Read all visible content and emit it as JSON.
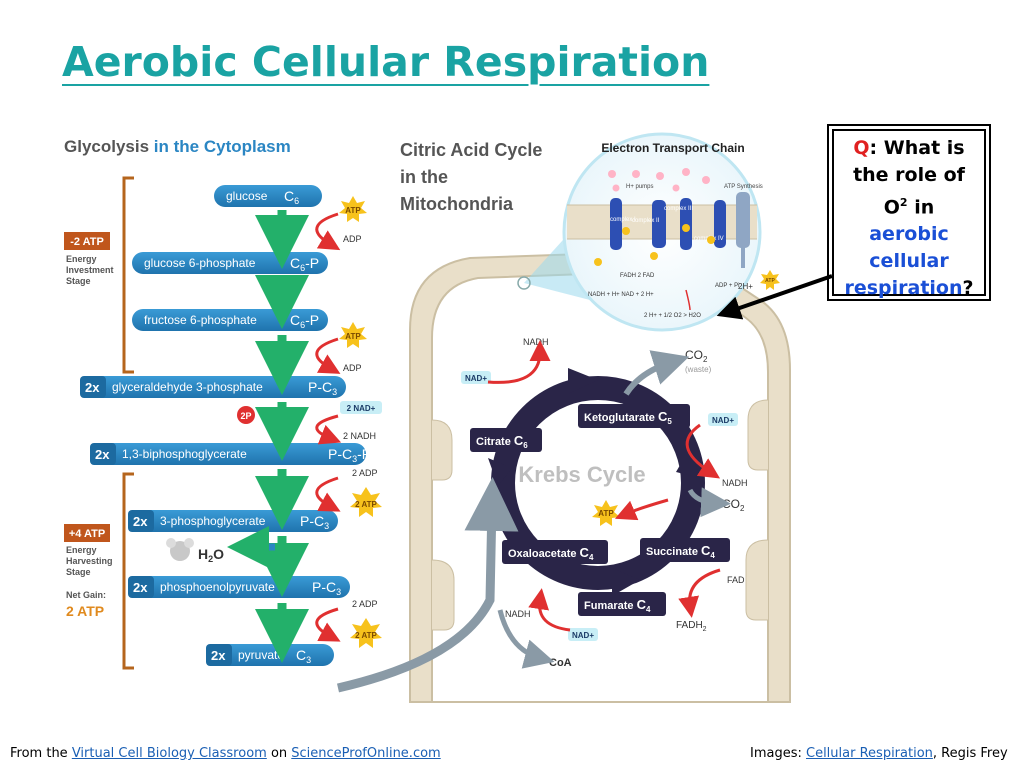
{
  "slide": {
    "title": "Aerobic Cellular Respiration"
  },
  "question": {
    "q_letter": "Q",
    "line1": ": What is",
    "line2": "the role of",
    "line3_o": "O",
    "line3_sup": "2",
    "line3_rest": " in",
    "line4": "aerobic",
    "line5": "cellular",
    "line6": "respiration",
    "line6_end": "?"
  },
  "glycolysis": {
    "heading_a": "Glycolysis",
    "heading_b": " in the Cytoplasm",
    "investment_badge": "-2 ATP",
    "investment_text": [
      "Energy",
      "Investment",
      "Stage"
    ],
    "harvest_badge": "+4 ATP",
    "harvest_text": [
      "Energy",
      "Harvesting",
      "Stage"
    ],
    "net_label": "Net Gain:",
    "net_value": "2 ATP",
    "steps": [
      {
        "mult": "",
        "name": "glucose",
        "carbon": "C",
        "sub": "6",
        "suffix": ""
      },
      {
        "mult": "",
        "name": "glucose 6-phosphate",
        "carbon": "C",
        "sub": "6",
        "suffix": "-P"
      },
      {
        "mult": "",
        "name": "fructose 6-phosphate",
        "carbon": "C",
        "sub": "6",
        "suffix": "-P"
      },
      {
        "mult": "2x",
        "name": "glyceraldehyde 3-phosphate",
        "carbon": "P-C",
        "sub": "3",
        "suffix": ""
      },
      {
        "mult": "2x",
        "name": "1,3-biphosphoglycerate",
        "carbon": "P-C",
        "sub": "3",
        "suffix": "-P"
      },
      {
        "mult": "2x",
        "name": "3-phosphoglycerate",
        "carbon": "P-C",
        "sub": "3",
        "suffix": ""
      },
      {
        "mult": "2x",
        "name": "phosphoenolpyruvate",
        "carbon": "P-C",
        "sub": "3",
        "suffix": ""
      },
      {
        "mult": "2x",
        "name": "pyruvate",
        "carbon": "C",
        "sub": "3",
        "suffix": ""
      }
    ],
    "side_labels": {
      "atp": "ATP",
      "adp": "ADP",
      "two_nad": "2 NAD+",
      "two_nadh": "2 NADH",
      "two_p": "2P",
      "two_adp": "2 ADP",
      "two_atp": "2 ATP",
      "water": "H",
      "water_sub": "2",
      "water_end": "O"
    }
  },
  "citric": {
    "heading": [
      "Citric Acid Cycle",
      "in the",
      "Mitochondria"
    ],
    "cycle_name": "Krebs Cycle",
    "citrate": "Citrate",
    "ketoglutarate": "Ketoglutarate",
    "succinate": "Succinate",
    "fumarate": "Fumarate",
    "oxaloacetate": "Oxaloacetate",
    "nadh": "NADH",
    "nad": "NAD+",
    "co2": "CO",
    "co2_sub": "2",
    "waste": "(waste)",
    "atp": "ATP",
    "fad": "FAD",
    "fadh": "FADH",
    "fadh_sub": "2",
    "coa": "CoA",
    "c": "C",
    "c4": "4",
    "c5": "5",
    "c6": "6"
  },
  "etc": {
    "heading": "Electron Transport Chain",
    "h_pumps": "H+ pumps",
    "atp_synthesis": "ATP Synthesis",
    "complex_1": "complex I",
    "complex_2": "complex II",
    "complex_3": "complex III",
    "complex_4": "complex IV",
    "fadh_fad": "FADH 2  FAD",
    "nadh_nad": "NADH +  H+    NAD +  2  H+",
    "adp_pi": "ADP + Pi",
    "two_h": "2H+",
    "atp": "ATP",
    "water_eq": "2  H+  + 1/2 O2  >  H2O"
  },
  "footer": {
    "left_from": "From the ",
    "left_link1": "Virtual Cell Biology Classroom",
    "left_on": " on ",
    "left_link2": "ScienceProfOnline.com",
    "right_images": "Images: ",
    "right_link": "Cellular Respiration",
    "right_author": ", Regis Frey"
  },
  "colors": {
    "title": "#1aa3a3",
    "pill": "#2b86c3",
    "pill_dark": "#1c6aa0",
    "green_arrow": "#23b06a",
    "red_arrow": "#e03030",
    "atp_star": "#f7c21c",
    "brown": "#b5651d",
    "cycle": "#2a2548",
    "membrane": "#e9dfc9"
  }
}
